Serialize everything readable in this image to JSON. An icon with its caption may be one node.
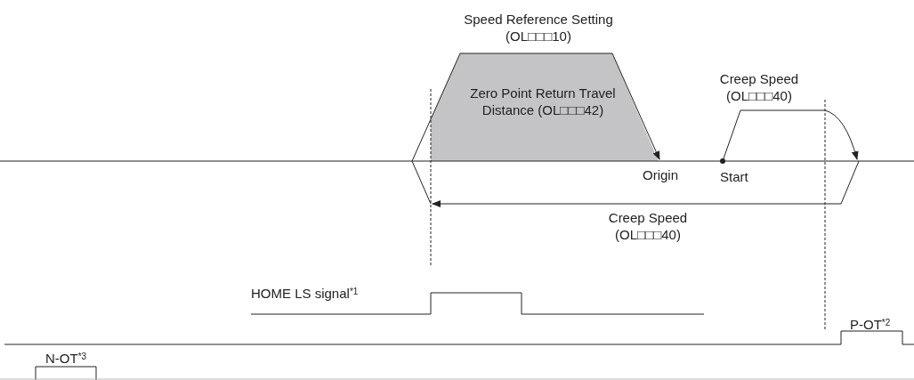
{
  "diagram": {
    "labels": [
      "Speed Reference Setting (OL□□□10)",
      "Creep Speed (OL□□□40)",
      "Zero Point Return Travel Distance (OL□□□42)",
      "Origin",
      "Start",
      "Creep Speed (OL□□□40)",
      "HOME LS signal$^{*1}$",
      "P-OT$^{*2}$",
      "N-OT$^{*3}$"
    ]
  }
}
